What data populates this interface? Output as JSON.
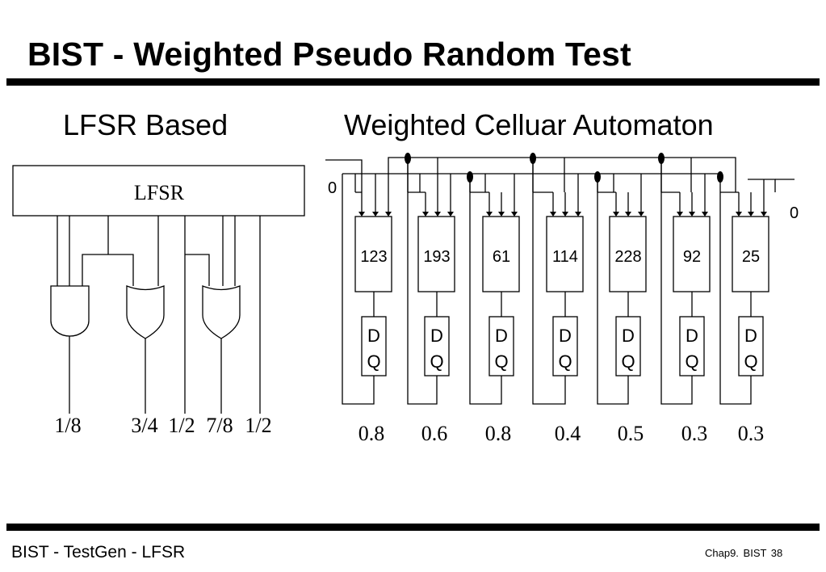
{
  "title": "BIST - Weighted Pseudo Random Test",
  "subtitles": {
    "left": "LFSR Based",
    "right": "Weighted Celluar Automaton"
  },
  "lfsr": {
    "box_label": "LFSR",
    "outputs": [
      "1/8",
      "3/4",
      "1/2",
      "7/8",
      "1/2"
    ]
  },
  "automaton": {
    "boundary_left": "0",
    "boundary_right": "0",
    "cells": [
      {
        "rule": "123",
        "d": "D",
        "q": "Q",
        "weight": "0.8"
      },
      {
        "rule": "193",
        "d": "D",
        "q": "Q",
        "weight": "0.6"
      },
      {
        "rule": "61",
        "d": "D",
        "q": "Q",
        "weight": "0.8"
      },
      {
        "rule": "114",
        "d": "D",
        "q": "Q",
        "weight": "0.4"
      },
      {
        "rule": "228",
        "d": "D",
        "q": "Q",
        "weight": "0.5"
      },
      {
        "rule": "92",
        "d": "D",
        "q": "Q",
        "weight": "0.3"
      },
      {
        "rule": "25",
        "d": "D",
        "q": "Q",
        "weight": "0.3"
      }
    ]
  },
  "footer": {
    "left": "BIST - TestGen - LFSR",
    "right": "Chap9. BIST  38"
  }
}
